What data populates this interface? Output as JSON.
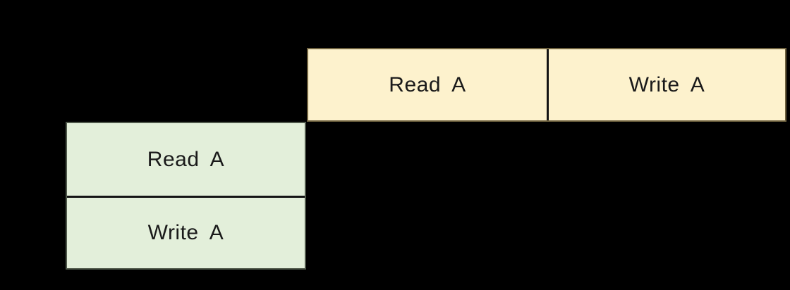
{
  "diagram": {
    "background_color": "#000000",
    "text_color": "#1a1a1a",
    "divider_color": "#141414",
    "top_block": {
      "description": "transaction operation sequence, two cells left to right",
      "fill": "#fdf2cd",
      "border": "#6f623f",
      "cells": [
        {
          "label": "Read A"
        },
        {
          "label": "Write A"
        }
      ]
    },
    "left_block": {
      "description": "transaction operation sequence, two cells stacked top to bottom",
      "fill": "#e3efda",
      "border": "#4f584a",
      "cells": [
        {
          "label": "Read A"
        },
        {
          "label": "Write A"
        }
      ]
    }
  }
}
